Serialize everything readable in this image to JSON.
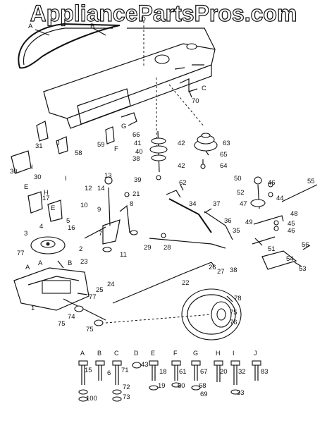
{
  "watermark": "AppliancePartsPros.com",
  "letters": {
    "A": "A",
    "B": "B",
    "C": "C",
    "D": "D",
    "E": "E",
    "F": "F",
    "G": "G",
    "H": "H",
    "I": "I",
    "J": "J"
  },
  "callouts": [
    "1",
    "2",
    "3",
    "4",
    "5",
    "6",
    "7",
    "8",
    "9",
    "10",
    "11",
    "12",
    "13",
    "14",
    "15",
    "16",
    "17",
    "18",
    "19",
    "20",
    "21",
    "22",
    "23",
    "24",
    "25",
    "26",
    "27",
    "28",
    "29",
    "30",
    "31",
    "32",
    "33",
    "34",
    "35",
    "36",
    "37",
    "38",
    "39",
    "40",
    "41",
    "42",
    "43",
    "44",
    "45",
    "46",
    "47",
    "48",
    "49",
    "50",
    "51",
    "52",
    "53",
    "54",
    "55",
    "56",
    "58",
    "59",
    "60",
    "61",
    "62",
    "63",
    "64",
    "65",
    "66",
    "67",
    "68",
    "69",
    "70",
    "71",
    "72",
    "73",
    "74",
    "75",
    "76",
    "77",
    "78",
    "83",
    "100"
  ]
}
